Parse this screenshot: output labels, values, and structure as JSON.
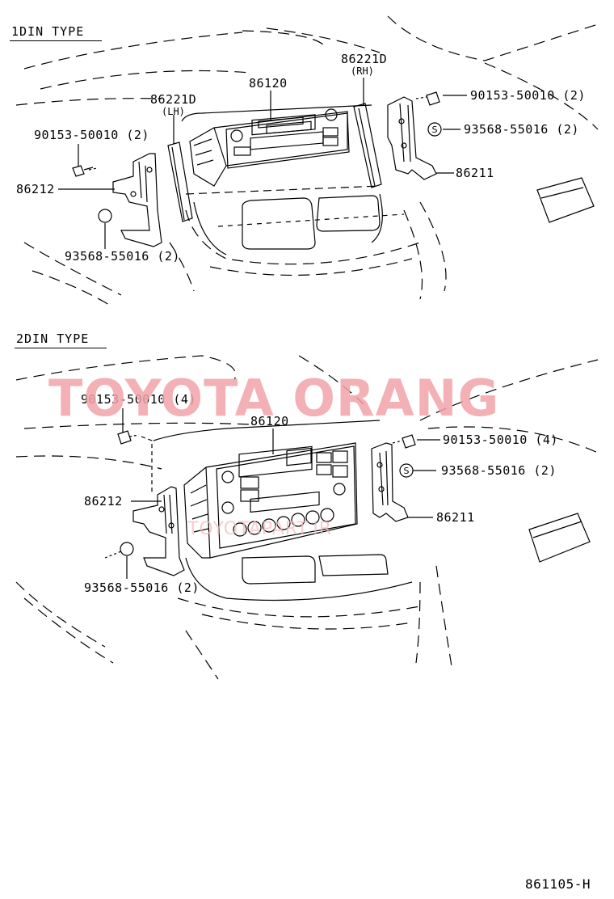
{
  "sections": {
    "din1": {
      "title": "1DIN TYPE",
      "labels": {
        "part_86221D_lh": "86221D",
        "part_86221D_lh_side": "(LH)",
        "part_86221D_rh": "86221D",
        "part_86221D_rh_side": "(RH)",
        "part_86120": "86120",
        "bolt_left": "90153-50010 (2)",
        "bracket_left": "86212",
        "nut_left": "93568-55016 (2)",
        "bolt_right": "90153-50010 (2)",
        "nut_right": "93568-55016 (2)",
        "bracket_right": "86211"
      }
    },
    "din2": {
      "title": "2DIN TYPE",
      "labels": {
        "bolt_left": "90153-50010 (4)",
        "part_86120": "86120",
        "bracket_left": "86212",
        "nut_left": "93568-55016 (2)",
        "bolt_right": "90153-50010 (4)",
        "nut_right": "93568-55016 (2)",
        "bracket_right": "86211"
      }
    }
  },
  "watermark": {
    "main": "TOYOTA ORANG",
    "sub": "TOYOTAPART.IR",
    "color": "#f2a3a9"
  },
  "diagram_code": "861105-H"
}
